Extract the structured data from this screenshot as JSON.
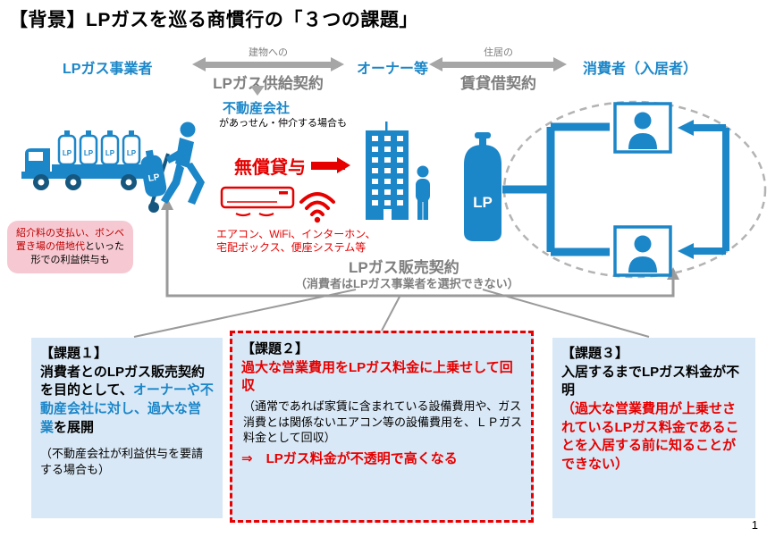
{
  "page": {
    "title": "【背景】LPガスを巡る商慣行の「３つの課題」",
    "page_number": "1"
  },
  "colors": {
    "blue": "#1b86c8",
    "red": "#e60000",
    "gray_text": "#7f7f7f",
    "arrow_gray": "#a6a6a6",
    "box_bg": "#d9e8f6",
    "bubble_bg": "#f6c9d2",
    "dark_red": "#c00000"
  },
  "diagram": {
    "lp_operator": "LPガス事業者",
    "owner": "オーナー等",
    "consumer": "消費者（入居者）",
    "supply_contract_small": "建物への",
    "supply_contract": "LPガス供給契約",
    "lease_contract_small": "住居の",
    "lease_contract": "賃貸借契約",
    "realtor": "不動産会社",
    "realtor_note": "があっせん・仲介する場合も",
    "free_lease": "無償貸与",
    "equipment_line1": "エアコン、WiFi、インターホン、",
    "equipment_line2": "宅配ボックス、便座システム等",
    "kickback_red": "紹介料の支払い、ボンベ置き場の借地代",
    "kickback_black": "といった形での利益供与も",
    "sales_contract": "LPガス販売契約",
    "sales_contract_note": "（消費者はLPガス事業者を選択できない）",
    "lp_label": "LP"
  },
  "issues": {
    "issue1": {
      "heading": "【課題１】",
      "text_black1": "消費者とのLPガス販売契約を目的として、",
      "text_blue": "オーナーや不動産会社に対し、過大な営業",
      "text_black2": "を展開",
      "note": "（不動産会社が利益供与を要請する場合も）"
    },
    "issue2": {
      "heading": "【課題２】",
      "lead_red": "過大な営業費用をLPガス料金に上乗せして回収",
      "detail": "（通常であれば家賃に含まれている設備費用や、ガス消費とは関係ないエアコン等の設備費用を、ＬＰガス料金として回収）",
      "conclusion_red": "⇒　LPガス料金が不透明で高くなる"
    },
    "issue3": {
      "heading": "【課題３】",
      "text_black": "入居するまでLPガス料金が不明",
      "text_red": "（過大な営業費用が上乗せされているLPガス料金であることを入居する前に知ることができない）"
    }
  }
}
